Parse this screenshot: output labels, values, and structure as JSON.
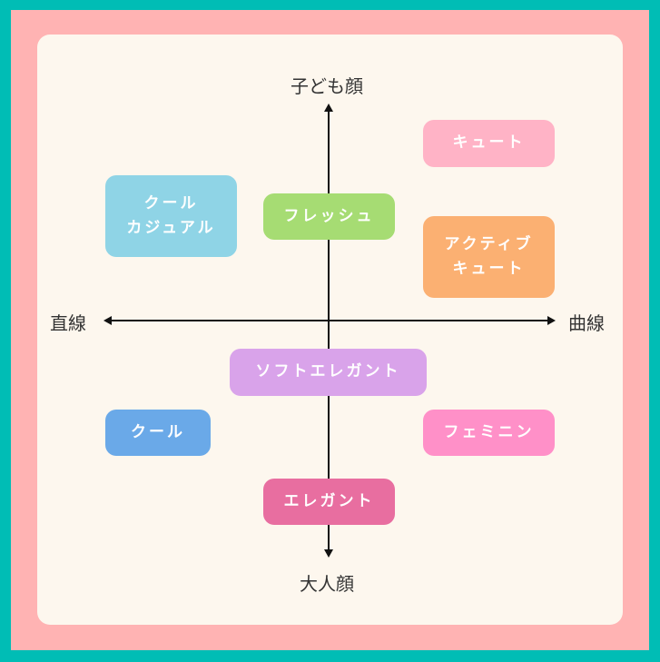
{
  "axes": {
    "top": "子ども顔",
    "bottom": "大人顔",
    "left": "直線",
    "right": "曲線"
  },
  "categories": [
    {
      "id": "cute",
      "lines": [
        "キュート"
      ],
      "color": "#ffb3c6"
    },
    {
      "id": "cool-casual",
      "lines": [
        "クール",
        "カジュアル"
      ],
      "color": "#8fd4e6"
    },
    {
      "id": "fresh",
      "lines": [
        "フレッシュ"
      ],
      "color": "#a6dc73"
    },
    {
      "id": "active-cute",
      "lines": [
        "アクティブ",
        "キュート"
      ],
      "color": "#fbb072"
    },
    {
      "id": "soft-elegant",
      "lines": [
        "ソフトエレガント"
      ],
      "color": "#d9a3ea"
    },
    {
      "id": "cool",
      "lines": [
        "クール"
      ],
      "color": "#6aa9e8"
    },
    {
      "id": "feminine",
      "lines": [
        "フェミニン"
      ],
      "color": "#ff90c8"
    },
    {
      "id": "elegant",
      "lines": [
        "エレガント"
      ],
      "color": "#e86ea0"
    }
  ],
  "colors": {
    "frame": "#00bdb5",
    "background": "#ffb3b3",
    "card": "#fdf7ee",
    "axis": "#111111"
  }
}
